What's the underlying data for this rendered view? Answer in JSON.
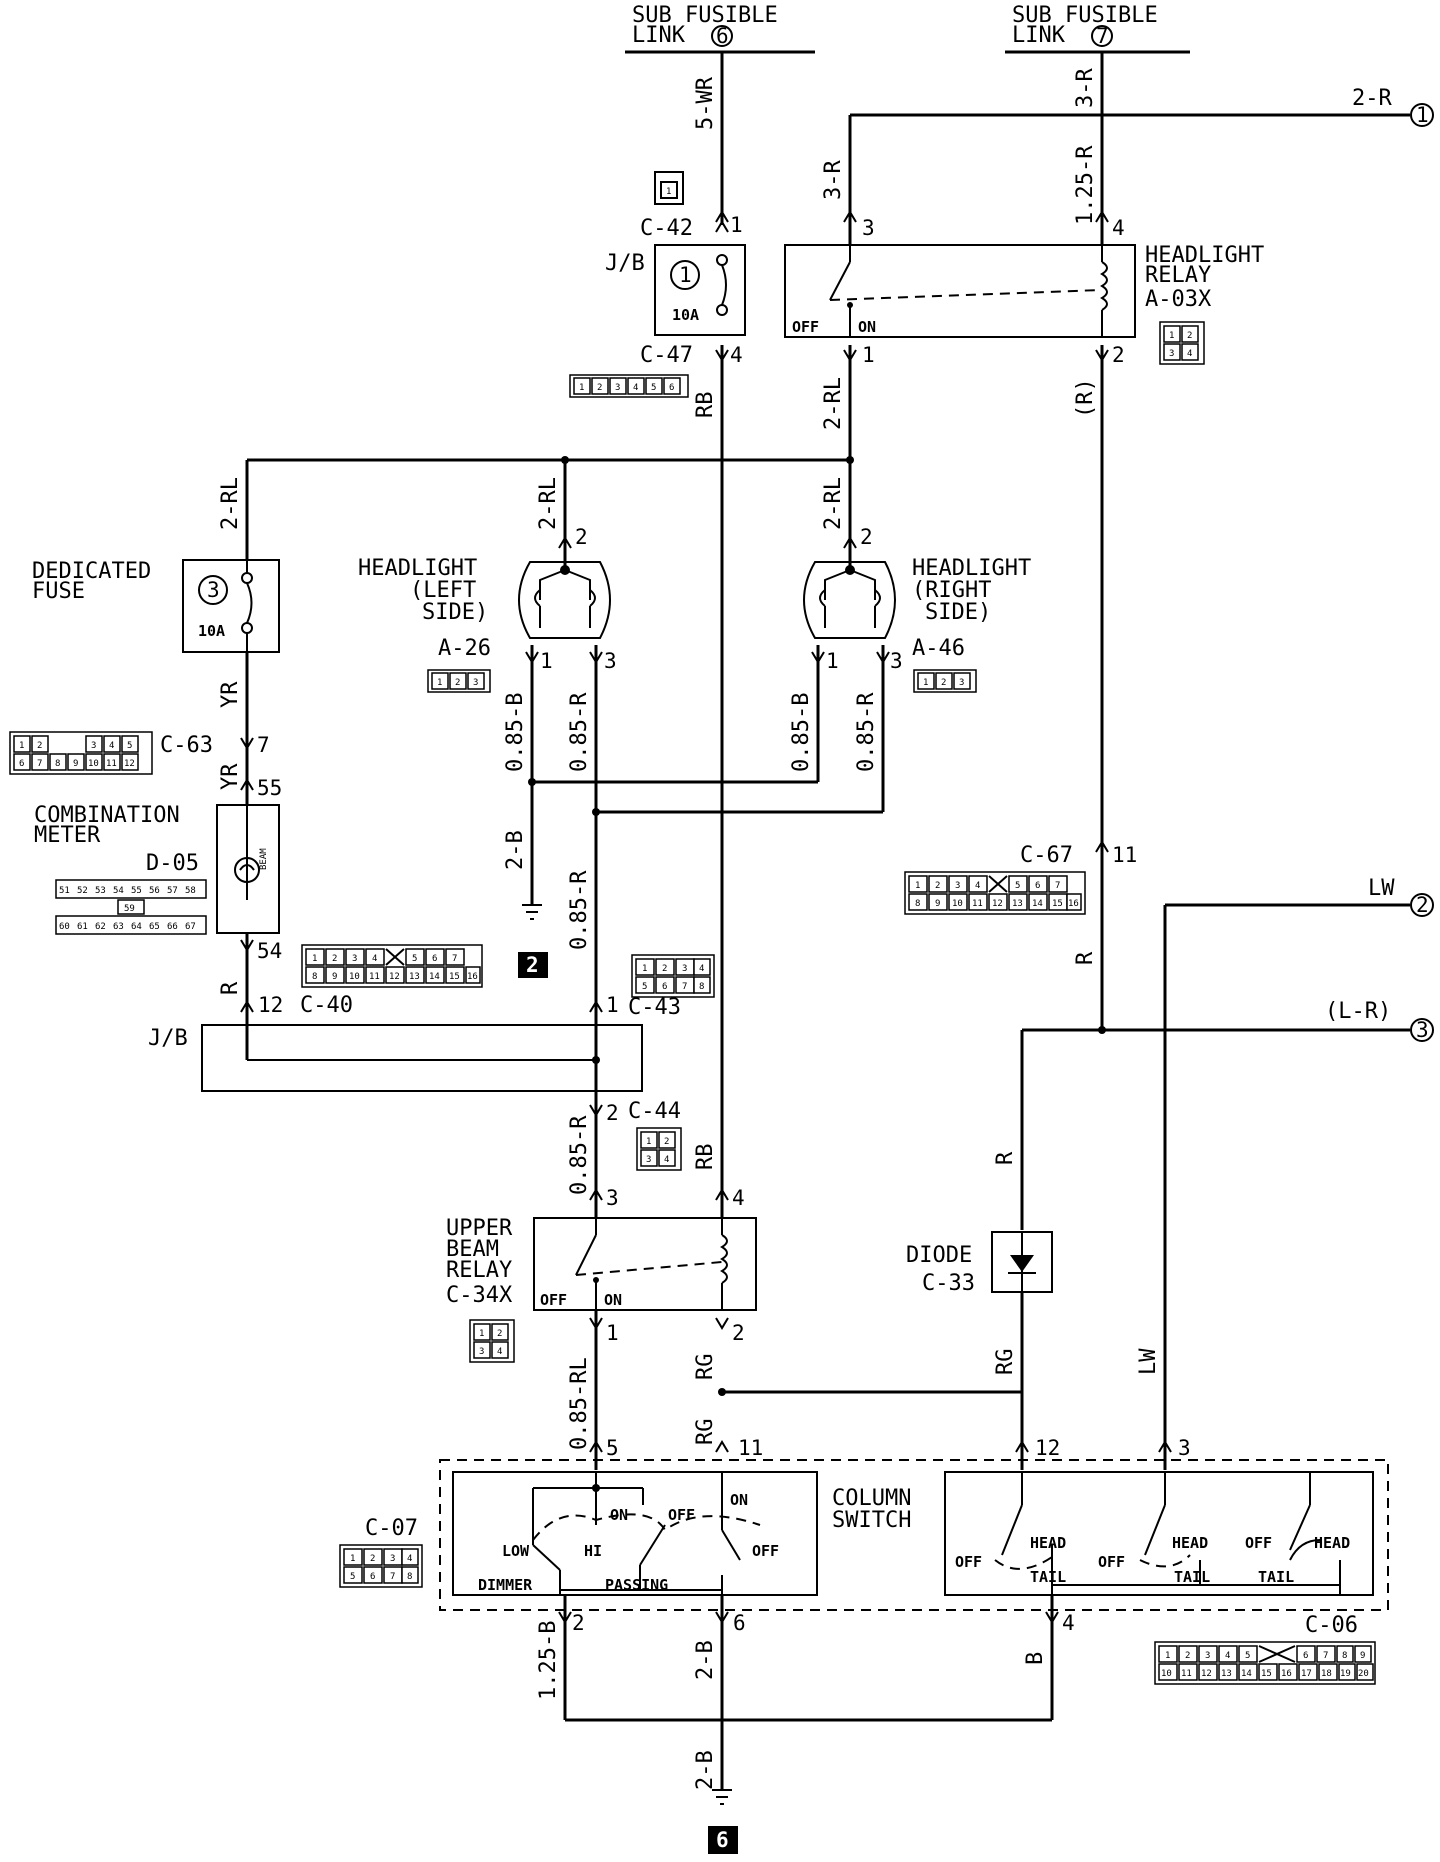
{
  "sources": {
    "link6": {
      "line1": "SUB FUSIBLE",
      "line2": "LINK",
      "num": "6"
    },
    "link7": {
      "line1": "SUB FUSIBLE",
      "line2": "LINK",
      "num": "7"
    }
  },
  "offpage": {
    "out1": {
      "wire": "2-R",
      "num": "1"
    },
    "out2": {
      "wire": "LW",
      "num": "2"
    },
    "out3": {
      "wire": "(L-R)",
      "num": "3"
    }
  },
  "wires": {
    "w_5WR": "5-WR",
    "w_3R_left": "3-R",
    "w_3R_top": "3-R",
    "w_125R": "1.25-R",
    "w_RB_top": "RB",
    "w_2RL_relay": "2-RL",
    "w_R_paren": "(R)",
    "w_2RL_fuse": "2-RL",
    "w_2RL_left": "2-RL",
    "w_2RL_right": "2-RL",
    "w_YR_a": "YR",
    "w_YR_b": "YR",
    "w_085B_l": "0.85-B",
    "w_085R_l": "0.85-R",
    "w_085B_r": "0.85-B",
    "w_085R_r": "0.85-R",
    "w_2B_gnd": "2-B",
    "w_085R_mid": "0.85-R",
    "w_R_meter": "R",
    "w_R_right": "R",
    "w_085R_c44": "0.85-R",
    "w_085R_c44b": "0.85-R",
    "w_RB_mid": "RB",
    "w_R_diode": "R",
    "w_LW": "LW",
    "w_085RL": "0.85-RL",
    "w_RG_a": "RG",
    "w_RG_b": "RG",
    "w_RG_c": "RG",
    "w_125B": "1.25-B",
    "w_2B_a": "2-B",
    "w_2B_b": "2-B",
    "w_B": "B"
  },
  "components": {
    "jb1": {
      "name": "J/B",
      "fuse_num": "1",
      "rating": "10A",
      "conn_top": "C-42",
      "conn_bot": "C-47",
      "pin_top": "1",
      "pin_bot": "4"
    },
    "hl_relay": {
      "line1": "HEADLIGHT",
      "line2": "RELAY",
      "code": "A-03X",
      "off": "OFF",
      "on": "ON",
      "p1": "1",
      "p2": "2",
      "p3": "3",
      "p4": "4"
    },
    "ded_fuse": {
      "line1": "DEDICATED",
      "line2": "FUSE",
      "fuse_num": "3",
      "rating": "10A"
    },
    "hl_left": {
      "line1": "HEADLIGHT",
      "line2": "(LEFT",
      "line3": "SIDE)",
      "code": "A-26",
      "p1": "1",
      "p2": "2",
      "p3": "3"
    },
    "hl_right": {
      "line1": "HEADLIGHT",
      "line2": "(RIGHT",
      "line3": "SIDE)",
      "code": "A-46",
      "p1": "1",
      "p2": "2",
      "p3": "3"
    },
    "c63": {
      "code": "C-63",
      "pin": "7"
    },
    "meter": {
      "line1": "COMBINATION",
      "line2": "METER",
      "code": "D-05",
      "beam": "BEAM",
      "pin_top": "55",
      "pin_bot": "54"
    },
    "c67": {
      "code": "C-67",
      "pin": "11"
    },
    "ground2": {
      "num": "2"
    },
    "jb2": {
      "name": "J/B",
      "conn_left": "C-40",
      "pin_left": "12",
      "conn_right": "C-43",
      "pin_right": "1"
    },
    "c44": {
      "code": "C-44",
      "pin": "2"
    },
    "ub_relay": {
      "line1": "UPPER",
      "line2": "BEAM",
      "line3": "RELAY",
      "code": "C-34X",
      "off": "OFF",
      "on": "ON",
      "p1": "1",
      "p2": "2",
      "p3": "3",
      "p4": "4"
    },
    "diode": {
      "name": "DIODE",
      "code": "C-33"
    },
    "col_switch": {
      "line1": "COLUMN",
      "line2": "SWITCH",
      "conn_left": "C-07",
      "conn_right": "C-06",
      "pin5": "5",
      "pin11": "11",
      "pin12": "12",
      "pin3": "3",
      "pin2": "2",
      "pin6": "6",
      "pin4": "4",
      "low": "LOW",
      "hi": "HI",
      "on1": "ON",
      "off1": "OFF",
      "on2": "ON",
      "off2": "OFF",
      "dimmer": "DIMMER",
      "passing": "PASSING",
      "head1": "HEAD",
      "tail1": "TAIL",
      "off3": "OFF",
      "head2": "HEAD",
      "tail2": "TAIL",
      "off4": "OFF",
      "head3": "HEAD",
      "tail3": "TAIL",
      "off5": "OFF"
    },
    "ground6": {
      "num": "6"
    }
  },
  "connector_pins": {
    "c47": [
      "1",
      "2",
      "3",
      "4",
      "5",
      "6"
    ],
    "a03x": [
      "1",
      "2",
      "3",
      "4"
    ],
    "c63": [
      "1",
      "2",
      "3",
      "4",
      "5",
      "6",
      "7",
      "8",
      "9",
      "10",
      "11",
      "12"
    ],
    "a26": [
      "1",
      "2",
      "3"
    ],
    "a46": [
      "1",
      "2",
      "3"
    ],
    "d05_top": [
      "51",
      "52",
      "53",
      "54",
      "55",
      "56",
      "57",
      "58"
    ],
    "d05_mid": [
      "59"
    ],
    "d05_bot": [
      "60",
      "61",
      "62",
      "63",
      "64",
      "65",
      "66",
      "67"
    ],
    "c40": [
      "1",
      "2",
      "3",
      "4",
      "5",
      "6",
      "7",
      "8",
      "9",
      "10",
      "11",
      "12",
      "13",
      "14",
      "15",
      "16"
    ],
    "c67": [
      "1",
      "2",
      "3",
      "4",
      "5",
      "6",
      "7",
      "8",
      "9",
      "10",
      "11",
      "12",
      "13",
      "14",
      "15",
      "16"
    ],
    "c43": [
      "1",
      "2",
      "3",
      "4",
      "5",
      "6",
      "7",
      "8"
    ],
    "c44": [
      "1",
      "2",
      "3",
      "4"
    ],
    "c34x": [
      "1",
      "2",
      "3",
      "4"
    ],
    "c07": [
      "1",
      "2",
      "3",
      "4",
      "5",
      "6",
      "7",
      "8"
    ],
    "c06": [
      "1",
      "2",
      "3",
      "4",
      "5",
      "6",
      "7",
      "8",
      "9",
      "10",
      "11",
      "12",
      "13",
      "14",
      "15",
      "16",
      "17",
      "18",
      "19",
      "20"
    ],
    "c42": [
      "1"
    ]
  }
}
